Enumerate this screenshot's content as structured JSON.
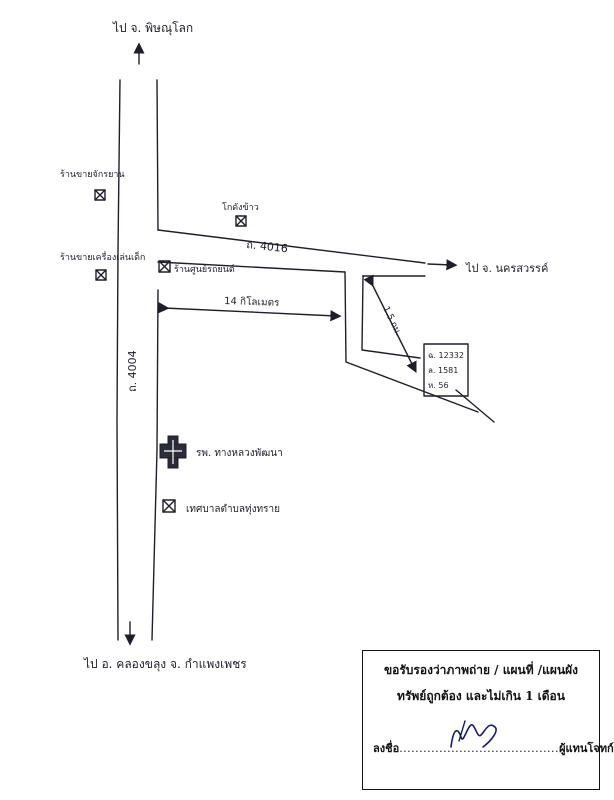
{
  "labels": {
    "to_phitsanulok": "ไป จ. พิษณุโลก",
    "to_nakhonsawan": "ไป จ. นครสวรรค์",
    "to_khlongkhlung": "ไป อ. คลองขลุง จ. กำแพงเพชร",
    "road_4016": "ถ. 4016",
    "road_4004": "ถ. 4004",
    "shop_left_top": "ร้านขายจักรยาน",
    "shop_left_bottom": "ร้านขายเครื่องเล่นเด็ก",
    "landmark_top": "โกดังข้าว",
    "motorbike_shop": "ร้านศูนย์รถยนต์",
    "distance_14km": "14 กิโลเมตร",
    "distance_15km": "1.5 กม.",
    "hospital": "รพ. ทางหลวงพัฒนา",
    "municipal_office": "เทศบาลตำบลทุ่งทราย"
  },
  "plot_box": {
    "line1": "ฉ. 12332",
    "line2": "ล. 1581",
    "line3": "ห. 56"
  },
  "certification": {
    "line1": "ขอรับรองว่าภาพถ่าย / แผนที่ /แผนผัง",
    "line2": "ทรัพย์ถูกต้อง และไม่เกิน 1 เดือน",
    "sign_label": "ลงชื่อ",
    "sign_dots": "........................................",
    "sign_role": "ผู้แทนโจทก์"
  }
}
